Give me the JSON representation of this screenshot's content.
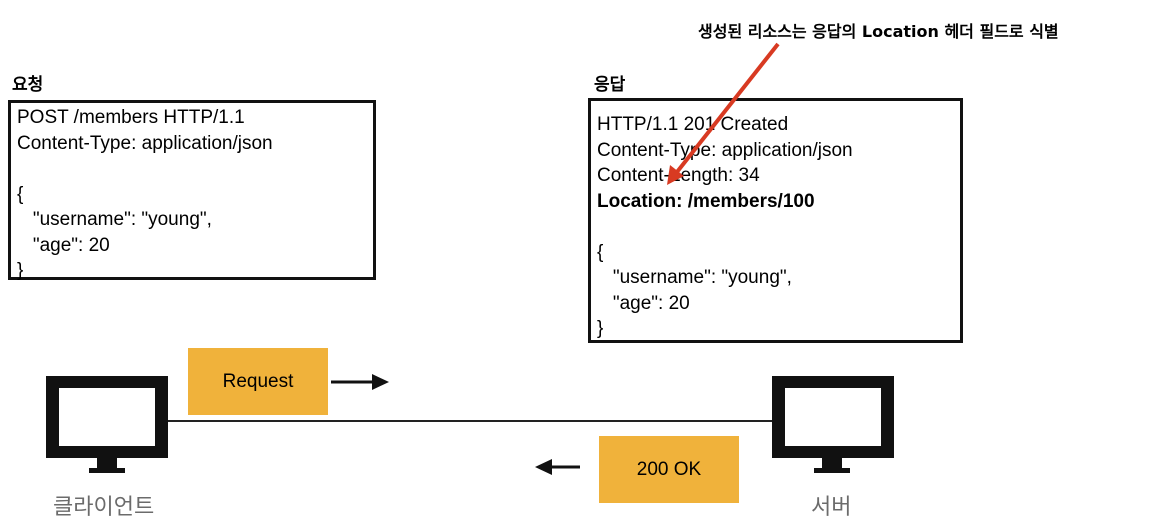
{
  "callout": {
    "text": "생성된 리소스는 응답의 Location 헤더 필드로 식별"
  },
  "request": {
    "title": "요청",
    "lines": [
      "POST /members HTTP/1.1",
      "Content-Type: application/json",
      "",
      "{",
      "   \"username\": \"young\",",
      "   \"age\": 20",
      "}"
    ]
  },
  "response": {
    "title": "응답",
    "lines": [
      "HTTP/1.1 201 Created",
      "Content-Type: application/json",
      "Content-Length: 34",
      "Location: /members/100",
      "",
      "{",
      "   \"username\": \"young\",",
      "   \"age\": 20",
      "}"
    ],
    "highlight_line": 3
  },
  "flow": {
    "request_label": "Request",
    "response_label": "200 OK"
  },
  "client": {
    "label": "클라이언트",
    "icon": "monitor-icon"
  },
  "server": {
    "label": "서버",
    "icon": "monitor-icon"
  },
  "colors": {
    "tag_fill": "#f0b23b",
    "callout_arrow": "#d83a22",
    "caption_text": "#6b6b6b"
  }
}
